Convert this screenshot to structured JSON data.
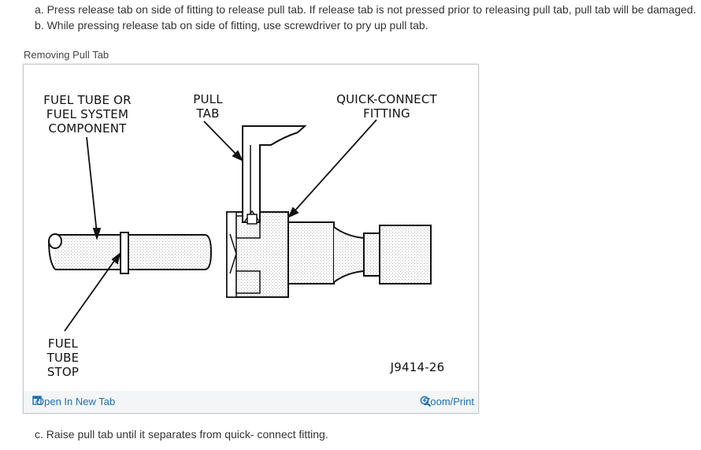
{
  "steps_top": [
    "a. Press release tab on side of fitting to release pull tab. If release tab is not pressed prior to releasing pull tab, pull tab will be damaged.",
    "b. While pressing release tab on side of fitting, use screwdriver to pry up pull tab."
  ],
  "figure": {
    "caption": "Removing Pull Tab",
    "labels": {
      "fuel_tube_line1": "FUEL TUBE OR",
      "fuel_tube_line2": "FUEL SYSTEM",
      "fuel_tube_line3": "COMPONENT",
      "pull_tab_line1": "PULL",
      "pull_tab_line2": "TAB",
      "qc_line1": "QUICK-CONNECT",
      "qc_line2": "FITTING",
      "stop_line1": "FUEL",
      "stop_line2": "TUBE",
      "stop_line3": "STOP",
      "figure_id": "J9414-26"
    },
    "toolbar": {
      "open_label": "Open In New Tab",
      "open_icon": "open-tab-icon",
      "zoom_label": "Zoom/Print",
      "zoom_icon": "zoom-icon",
      "link_color": "#1d6fb4"
    }
  },
  "steps_bottom": [
    "c. Raise pull tab until it separates from quick- connect fitting."
  ]
}
